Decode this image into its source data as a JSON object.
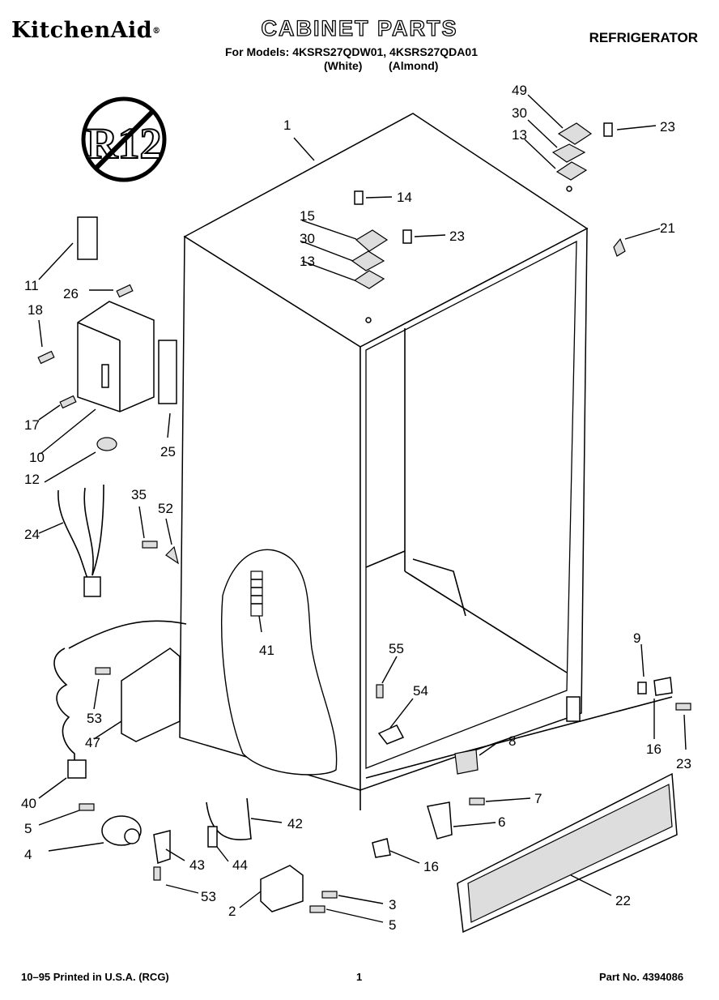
{
  "header": {
    "brand": "KitchenAid",
    "brand_mark": "®",
    "title": "CABINET PARTS",
    "appliance": "REFRIGERATOR",
    "models_line": "For Models: 4KSRS27QDW01, 4KSRS27QDA01",
    "finish_white": "(White)",
    "finish_almond": "(Almond)"
  },
  "badge": {
    "text": "R12",
    "icon": "no-r12-icon"
  },
  "callouts": [
    "1",
    "49",
    "30",
    "13",
    "23",
    "14",
    "15",
    "23",
    "30",
    "13",
    "21",
    "11",
    "26",
    "18",
    "17",
    "10",
    "25",
    "12",
    "35",
    "52",
    "24",
    "41",
    "55",
    "54",
    "9",
    "16",
    "23",
    "8",
    "53",
    "47",
    "40",
    "5",
    "4",
    "42",
    "43",
    "44",
    "53",
    "2",
    "3",
    "5",
    "7",
    "6",
    "16",
    "22"
  ],
  "footer": {
    "print_info": "10–95 Printed in U.S.A. (RCG)",
    "page": "1",
    "part_no": "Part No. 4394086"
  }
}
